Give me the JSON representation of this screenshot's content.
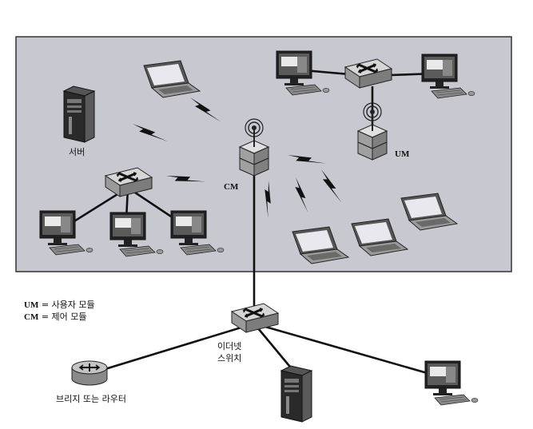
{
  "labels": {
    "server": "서버",
    "cm": "CM",
    "um": "UM",
    "switch_line1": "이더넷",
    "switch_line2": "스위치",
    "router": "브리지 또는 라우터"
  },
  "legend": {
    "um_key": "UM",
    "um_text": " = 사용자 모듈",
    "cm_key": "CM",
    "cm_text": " = 제어 모듈"
  },
  "colors": {
    "panel_fill": "#c8c8d0",
    "panel_border": "#333333",
    "link": "#111111",
    "lightning": "#111111",
    "device_gray": "#b8b8b8"
  },
  "icons": {
    "server": "tower-server-icon",
    "laptop": "laptop-icon",
    "desktop": "desktop-computer-icon",
    "switch": "network-switch-icon",
    "access_point": "wireless-module-icon",
    "router": "router-icon",
    "wireless": "lightning-bolt-icon"
  }
}
